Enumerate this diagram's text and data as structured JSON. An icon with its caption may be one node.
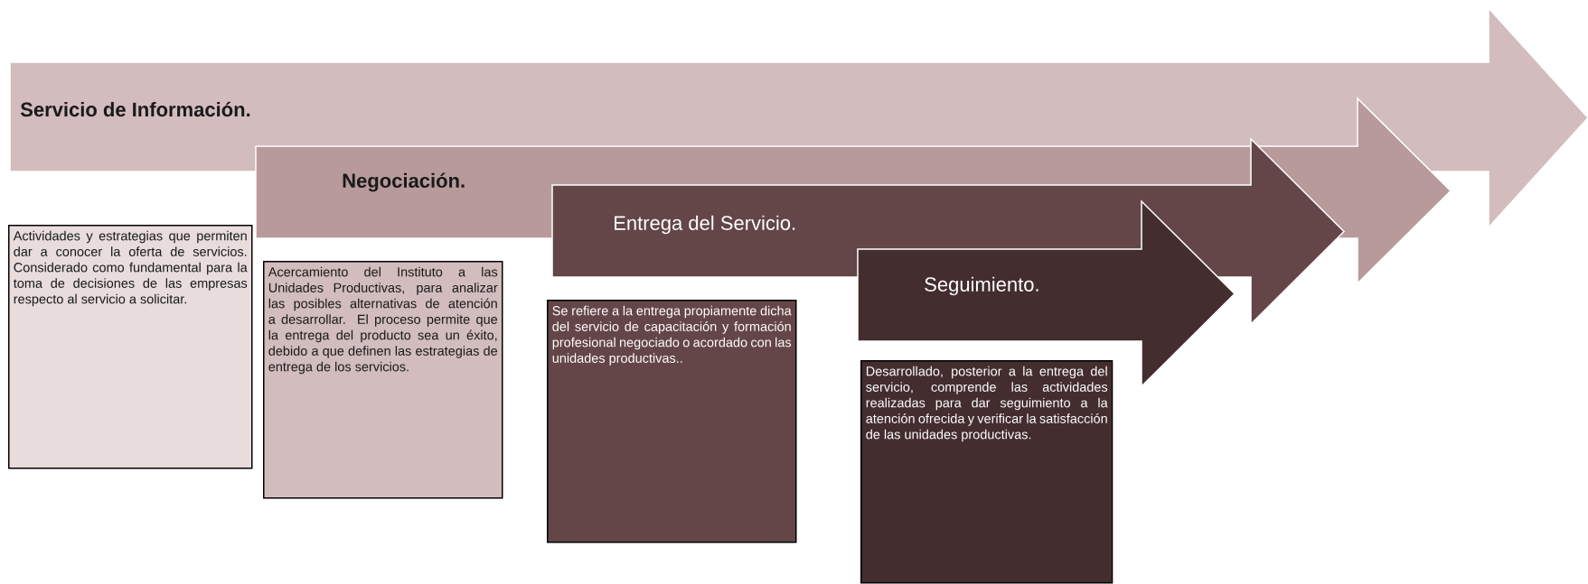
{
  "diagram": {
    "nodes": [
      {
        "text": [
          "Servicio de Información."
        ]
      },
      {
        "text": [
          "Negociación."
        ]
      },
      {
        "text": [
          "Entrega del Servicio."
        ]
      },
      {
        "text": [
          "Seguimiento."
        ]
      },
      {
        "text": [
          "Actividades y estrategias que permiten dar a conocer la oferta de servicios. Considerado como fundamental para la toma de decisiones de las empresas respecto al servicio a solicitar."
        ]
      },
      {
        "text": [
          "Acercamiento del Instituto a las Unidades Productivas, para analizar las posibles alternativas de atención a desarrollar. El proceso permite que la entrega del producto sea un éxito, debido a que definen las estrategias de entrega de los servicios."
        ]
      },
      {
        "text": [
          "Se refiere a la entrega propiamente dicha del servicio de capacitación y formación profesional negociado o acordado con las unidades productivas.."
        ]
      },
      {
        "text": [
          "Desarrollado, posterior a la entrega del servicio, comprende las actividades realizadas para dar seguimiento a la atención ofrecida y verificar la satisfacción de las unidades productivas."
        ]
      }
    ]
  }
}
